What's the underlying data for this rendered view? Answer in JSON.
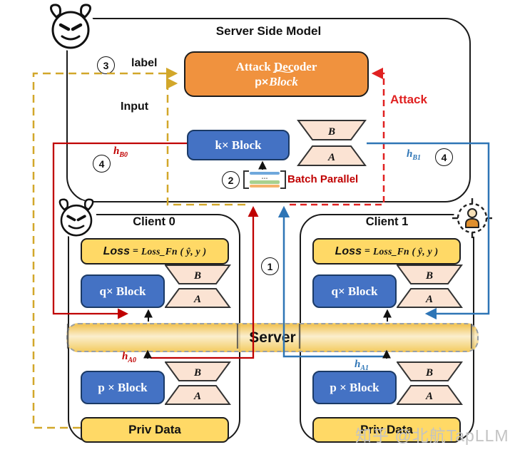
{
  "colors": {
    "accent_orange": "#F0923E",
    "block_blue": "#4472C4",
    "adapter_peach": "#FBE3D3",
    "box_yellow": "#FFD966",
    "band_gold": "#F2C44E",
    "line_red": "#C00000",
    "line_blue": "#2E75B6",
    "dash_yellow": "#D2A72A",
    "dash_red": "#E02121"
  },
  "server_model": {
    "title": "Server Side Model",
    "decoder": {
      "line1": "Attack Decoder",
      "prefix": "p×",
      "term": "Block",
      "tilde": "~"
    },
    "k_block": "k× Block",
    "adapters": {
      "b": "B",
      "a": "A"
    },
    "batch": {
      "label": "Batch Parallel",
      "dots": "…"
    },
    "label_text": "label",
    "input_text": "Input",
    "attack_text": "Attack"
  },
  "steps": {
    "s1": "1",
    "s2": "2",
    "s3": "3",
    "s4": "4"
  },
  "signals": {
    "h_b0": {
      "base": "h",
      "sub": "B0"
    },
    "h_b1": {
      "base": "h",
      "sub": "B1"
    },
    "h_a0": {
      "base": "h",
      "sub": "A0"
    },
    "h_a1": {
      "base": "h",
      "sub": "A1"
    }
  },
  "band": {
    "label": "Server"
  },
  "clients": [
    {
      "title": "Client 0",
      "loss_lhs": "Loss",
      "loss_eq": "=",
      "loss_rhs": "Loss_Fn ( ŷ,  y )",
      "q_block": "q× Block",
      "p_block": "p × Block",
      "priv_data": "Priv Data",
      "adapter_b": "B",
      "adapter_a": "A"
    },
    {
      "title": "Client 1",
      "loss_lhs": "Loss",
      "loss_eq": "=",
      "loss_rhs": "Loss_Fn ( ŷ,  y )",
      "q_block": "q× Block",
      "p_block": "p × Block",
      "priv_data": "Priv Data",
      "adapter_b": "B",
      "adapter_a": "A"
    }
  ],
  "watermark": "知乎 @北航TapLLM"
}
